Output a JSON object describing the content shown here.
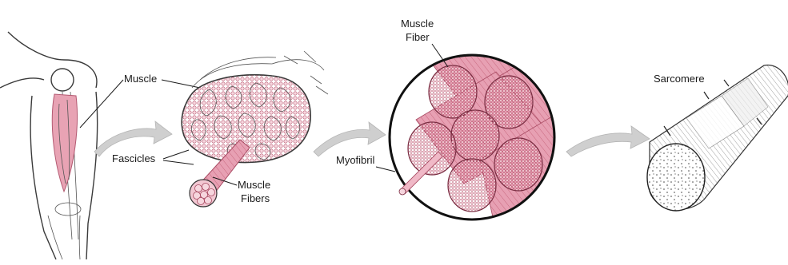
{
  "labels": {
    "muscle": "Muscle",
    "fascicles": "Fascicles",
    "muscle_fibers_line1": "Muscle",
    "muscle_fibers_line2": "Fibers",
    "muscle_fiber_line1": "Muscle",
    "muscle_fiber_line2": "Fiber",
    "myofibril": "Myofibril",
    "sarcomere": "Sarcomere"
  },
  "colors": {
    "muscle_pink": "#e8a3b4",
    "fiber_pink": "#e79aae",
    "arrow_gray": "#c9c9c9",
    "line": "#3a3a3a"
  }
}
